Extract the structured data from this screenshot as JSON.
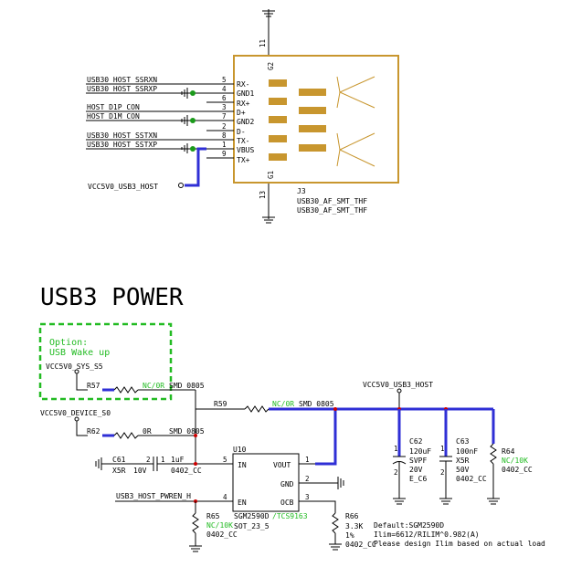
{
  "connector": {
    "refdes": "J3",
    "value": "USB30_AF_SMT_THF",
    "footprint": "USB30_AF_SMT_THF",
    "shield_top": "G2",
    "shield_bottom": "G1",
    "pin_top": "11",
    "pin_bottom": "13",
    "pins": [
      {
        "num": "5",
        "label": "RX-",
        "net": "USB30_HOST_SSRXN"
      },
      {
        "num": "4",
        "label": "GND1",
        "net": "USB30_HOST_SSRXP"
      },
      {
        "num": "6",
        "label": "RX+",
        "net": ""
      },
      {
        "num": "3",
        "label": "D+",
        "net": "HOST_D1P_CON"
      },
      {
        "num": "7",
        "label": "GND2",
        "net": "HOST_D1M_CON"
      },
      {
        "num": "2",
        "label": "D-",
        "net": ""
      },
      {
        "num": "8",
        "label": "TX-",
        "net": "USB30_HOST_SSTXN"
      },
      {
        "num": "1",
        "label": "VBUS",
        "net": "USB30_HOST_SSTXP"
      },
      {
        "num": "9",
        "label": "TX+",
        "net": ""
      }
    ],
    "vbus_net": "VCC5V0_USB3_HOST"
  },
  "section_title": "USB3 POWER",
  "option_box": {
    "line1": "Option:",
    "line2": "USB Wake up",
    "net": "VCC5V0_SYS_S5",
    "resistor": "R57",
    "value": "NC/0R",
    "package": "SMD 0805"
  },
  "device_net": "VCC5V0_DEVICE_S0",
  "r59": {
    "refdes": "R59",
    "value": "NC/0R",
    "package": "SMD 0805"
  },
  "r62": {
    "refdes": "R62",
    "value": "0R",
    "package": "SMD 0805"
  },
  "c61": {
    "refdes": "C61",
    "dielectric": "X5R",
    "voltage": "10V",
    "pin2": "2",
    "pin1": "1",
    "value": "1uF",
    "package": "0402_CC"
  },
  "u10": {
    "refdes": "U10",
    "part": "SGM2590D",
    "alt_part": "/TCS9163",
    "package": "SOT_23_5",
    "pins": [
      {
        "num": "5",
        "name": "IN"
      },
      {
        "num": "4",
        "name": "EN"
      },
      {
        "num": "1",
        "name": "VOUT"
      },
      {
        "num": "2",
        "name": "GND"
      },
      {
        "num": "3",
        "name": "OCB"
      }
    ]
  },
  "enable_net": "USB3_HOST_PWREN_H",
  "r65": {
    "refdes": "R65",
    "value": "NC/10K",
    "package": "0402_CC"
  },
  "r66": {
    "refdes": "R66",
    "value": "3.3K",
    "tolerance": "1%",
    "package": "0402_CC"
  },
  "notes": [
    "Default:SGM2590D",
    "Ilim=6612/RILIM^0.982(A)",
    "Please design Ilim based on actual load"
  ],
  "host_net": "VCC5V0_USB3_HOST",
  "c62": {
    "refdes": "C62",
    "value": "120uF",
    "type": "SVPF",
    "voltage": "20V",
    "package": "E_C6",
    "pin1": "1",
    "pin2": "2"
  },
  "c63": {
    "refdes": "C63",
    "value": "100nF",
    "dielectric": "X5R",
    "voltage": "50V",
    "package": "0402_CC",
    "pin1": "1",
    "pin2": "2"
  },
  "r64": {
    "refdes": "R64",
    "value": "NC/10K",
    "package": "0402_CC"
  },
  "colors": {
    "wire": "#000000",
    "power_net": "#2f2fd6",
    "connector": "#c8962e",
    "option": "#22bb22",
    "junction": "#cc0000"
  }
}
